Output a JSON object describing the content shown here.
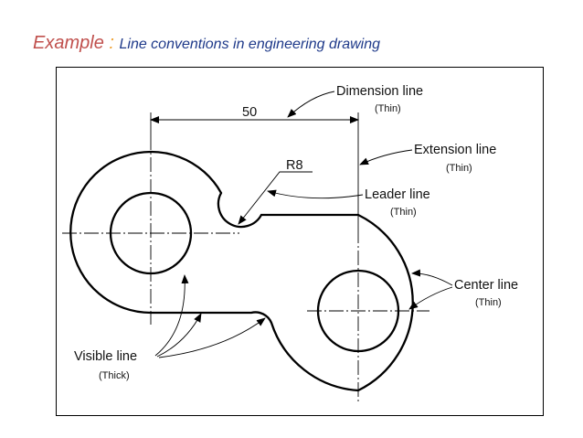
{
  "slide": {
    "title_prefix": "Example",
    "title_separator": " : ",
    "title_text": "Line conventions in engineering drawing"
  },
  "drawing": {
    "dimension_value": "50",
    "radius_label": "R8",
    "callouts": {
      "dimension_line": {
        "name": "Dimension line",
        "weight": "(Thin)"
      },
      "extension_line": {
        "name": "Extension line",
        "weight": "(Thin)"
      },
      "leader_line": {
        "name": "Leader line",
        "weight": "(Thin)"
      },
      "center_line": {
        "name": "Center line",
        "weight": "(Thin)"
      },
      "visible_line": {
        "name": "Visible line",
        "weight": "(Thick)"
      }
    }
  },
  "colors": {
    "title_prefix": "#c0504d",
    "title_separator": "#f0a030",
    "title_main": "#1f3a8a",
    "ink": "#000000"
  }
}
